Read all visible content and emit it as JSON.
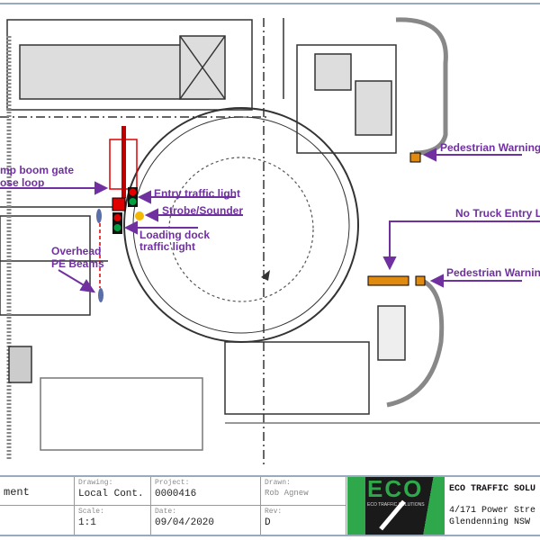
{
  "labels": {
    "boom_gate_1": "mp boom gate",
    "boom_gate_2": "ose loop",
    "entry_light": "Entry traffic light",
    "strobe": "Strobe/Sounder",
    "loading_1": "Loading dock",
    "loading_2": "traffic light",
    "beams_1": "Overhead",
    "beams_2": "PE Beams",
    "ped_warning_top": "Pedestrian Warning LE",
    "no_truck": "No Truck Entry LE",
    "ped_warning_bottom": "Pedestrian Warning"
  },
  "title_block": {
    "title_fragment": "ment",
    "drawing_caption": "Drawing:",
    "drawing": "Local Cont.",
    "project_caption": "Project:",
    "project": "0000416",
    "drawn_caption": "Drawn:",
    "drawn": "Rob Agnew",
    "scale_caption": "Scale:",
    "scale": "1:1",
    "date_caption": "Date:",
    "date": "09/04/2020",
    "rev_caption": "Rev:",
    "rev": "D",
    "logo_text": "ECO",
    "logo_sub": "ECO TRAFFIC SOLUTIONS",
    "company": "ECO TRAFFIC SOLU",
    "address_1": "4/171 Power Stre",
    "address_2": "Glendenning NSW"
  },
  "colors": {
    "annotation": "#7030a0",
    "device_red": "#e00000",
    "device_green": "#00a040",
    "led_orange": "#e08a10",
    "strobe": "#f5b800"
  }
}
